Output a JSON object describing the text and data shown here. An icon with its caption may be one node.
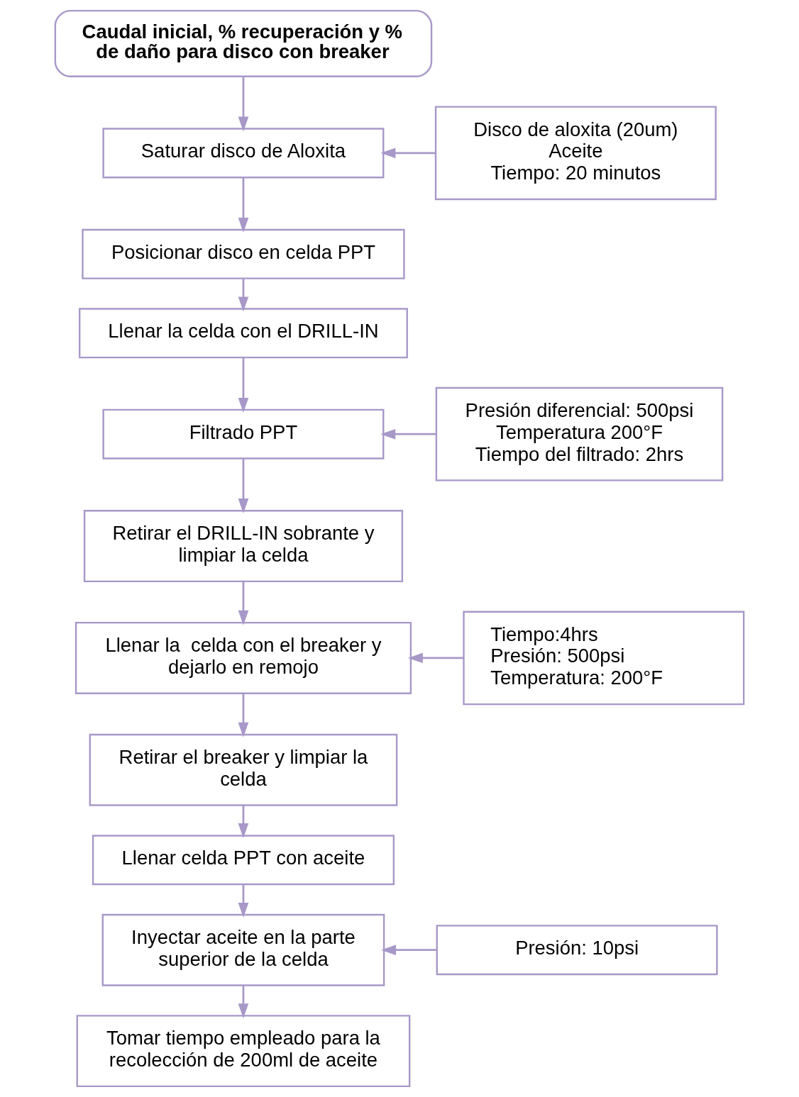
{
  "diagram": {
    "nodes": [
      {
        "text": [
          "Caudal inicial, % recuperación y % de daño para disco con breaker"
        ]
      },
      {
        "text": [
          "Saturar disco de Aloxita"
        ]
      },
      {
        "text": [
          "Disco de aloxita (20um)",
          "Aceite",
          "Tiempo: 20 minutos"
        ]
      },
      {
        "text": [
          "Posicionar disco en celda PPT"
        ]
      },
      {
        "text": [
          "Llenar la celda con el DRILL-IN"
        ]
      },
      {
        "text": [
          "Presión diferencial: 500psi",
          "Temperatura 200°F",
          "Tiempo del filtrado: 2hrs"
        ]
      },
      {
        "text": [
          "Filtrado PPT"
        ]
      },
      {
        "text": [
          "Retirar el DRILL-IN sobrante y limpiar la celda"
        ]
      },
      {
        "text": [
          "Tiempo:4hrs",
          "Presión: 500psi",
          "Temperatura: 200°F"
        ]
      },
      {
        "text": [
          "Llenar la  celda con el breaker y dejarlo en remojo"
        ]
      },
      {
        "text": [
          "Retirar el breaker y limpiar la celda"
        ]
      },
      {
        "text": [
          "Llenar celda PPT con aceite"
        ]
      },
      {
        "text": [
          "Inyectar aceite en la parte superior de la celda"
        ]
      },
      {
        "text": [
          "Presión: 10psi"
        ]
      },
      {
        "text": [
          "Tomar tiempo empleado para la recolección de 200ml de aceite"
        ]
      }
    ],
    "edges": [
      {
        "from": 0,
        "to": 1,
        "arrow": "to"
      },
      {
        "from": 2,
        "to": 1,
        "arrow": "to"
      },
      {
        "from": 1,
        "to": 3,
        "arrow": "to"
      },
      {
        "from": 3,
        "to": 4,
        "arrow": "to"
      },
      {
        "from": 4,
        "to": 6,
        "arrow": "to"
      },
      {
        "from": 5,
        "to": 6,
        "arrow": "to"
      },
      {
        "from": 6,
        "to": 7,
        "arrow": "to"
      },
      {
        "from": 7,
        "to": 9,
        "arrow": "to"
      },
      {
        "from": 8,
        "to": 9,
        "arrow": "to"
      },
      {
        "from": 9,
        "to": 10,
        "arrow": "to"
      },
      {
        "from": 10,
        "to": 11,
        "arrow": "to"
      },
      {
        "from": 11,
        "to": 12,
        "arrow": "to"
      },
      {
        "from": 13,
        "to": 12,
        "arrow": "to"
      },
      {
        "from": 12,
        "to": 14,
        "arrow": "to"
      }
    ]
  }
}
